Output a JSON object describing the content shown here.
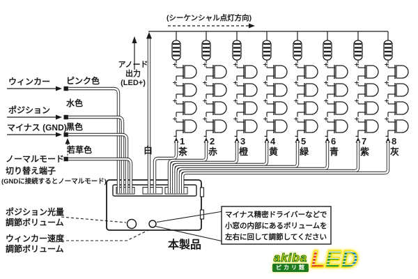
{
  "sequence_direction_label": "(シーケンシャル点灯方向)",
  "anode_output": {
    "line1": "アノード",
    "line2": "出力",
    "line3": "(LED+)",
    "wire_label": "白"
  },
  "inputs": [
    {
      "label": "ウィンカー",
      "color": "ピンク色"
    },
    {
      "label": "ポジション",
      "color": "水色"
    },
    {
      "label": "マイナス (GND)",
      "color": "黒色"
    },
    {
      "label": "ノーマルモード",
      "label2": "切り替え端子",
      "note": "(GNDに接続するとノーマルモード)",
      "color": "若草色"
    }
  ],
  "led_columns": [
    {
      "number": "1",
      "color": "茶"
    },
    {
      "number": "2",
      "color": "赤"
    },
    {
      "number": "3",
      "color": "橙"
    },
    {
      "number": "4",
      "color": "黄"
    },
    {
      "number": "5",
      "color": "緑"
    },
    {
      "number": "6",
      "color": "青"
    },
    {
      "number": "7",
      "color": "紫"
    },
    {
      "number": "8",
      "color": "灰"
    }
  ],
  "leds_per_column": 4,
  "volume_labels": [
    {
      "line1": "ポジション光量",
      "line2": "調節ボリューム"
    },
    {
      "line1": "ウィンカー速度",
      "line2": "調節ボリューム"
    }
  ],
  "product_label": "本製品",
  "callout": {
    "line1": "マイナス精密ドライバーなどで",
    "line2": "小窓の内部にあるボリュームを",
    "line3": "左右に回して調節してください"
  },
  "logo": {
    "akiba": "akiba",
    "sub": "ピカリ館",
    "led_l": "L",
    "led_e": "E",
    "led_d": "D"
  },
  "symbols": {
    "plus": "+",
    "minus": "-"
  },
  "colors": {
    "line": "#1c1c1c",
    "logo_yellow": "#ffe400",
    "logo_green": "#1e7a1e",
    "led_l_color1": "#d93a18",
    "led_l_color2": "#e8702a",
    "led_e_color1": "#2f9c2c",
    "led_e_color2": "#2f9c2c",
    "led_d_color1": "#2f9c2c",
    "led_d_color2": "#1c86c8"
  }
}
